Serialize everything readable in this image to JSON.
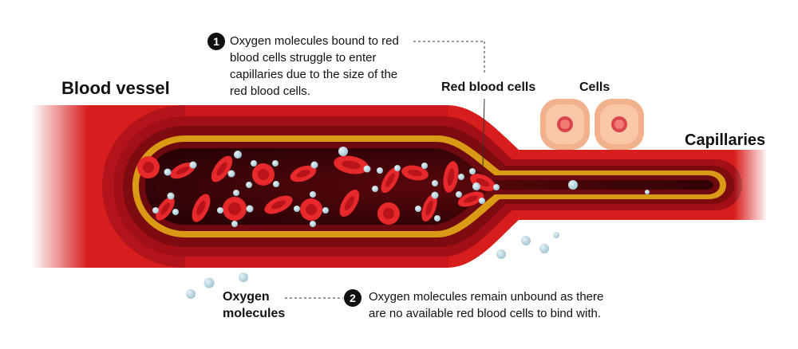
{
  "labels": {
    "blood_vessel": "Blood vessel",
    "red_blood_cells": "Red blood cells",
    "cells": "Cells",
    "capillaries": "Capillaries",
    "oxygen_molecules_line1": "Oxygen",
    "oxygen_molecules_line2": "molecules"
  },
  "notes": [
    {
      "number": "1",
      "lines": [
        "Oxygen molecules bound to red",
        "blood cells struggle to enter",
        "capillaries due to the size of the",
        "red blood cells."
      ]
    },
    {
      "number": "2",
      "lines": [
        "Oxygen molecules remain unbound as there",
        "are no available red blood cells to bind with."
      ]
    }
  ],
  "colors": {
    "vessel_outer": "#d81d1d",
    "vessel_mid": "#b3131a",
    "vessel_dark": "#7d0b10",
    "lumen": "#3a0508",
    "gold_band": "#d99a16",
    "red_blood_cell": "#e8292c",
    "oxygen": "#bcd6e0",
    "tissue_cell": "#f2b18c",
    "nucleus": "#d9454a"
  }
}
